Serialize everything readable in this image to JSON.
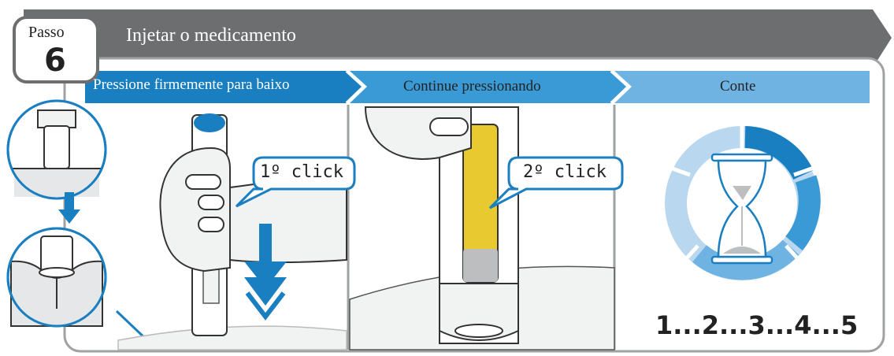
{
  "header": {
    "step_word": "Passo",
    "step_number": "6",
    "title": "Injetar o medicamento"
  },
  "substeps": [
    {
      "label": "Pressione firmemente para baixo"
    },
    {
      "label": "Continue pressionando"
    },
    {
      "label": "Conte"
    }
  ],
  "callouts": {
    "click1": "1º click",
    "click2": "2º click"
  },
  "counter": "1...2...3...4...5",
  "colors": {
    "header_gray": "#6d6e70",
    "blue_dark": "#1a7fc1",
    "blue_mid": "#3a9ad6",
    "blue_light": "#6fb3e2",
    "blue_pale": "#b9d8ef",
    "yellow": "#e9c930"
  }
}
